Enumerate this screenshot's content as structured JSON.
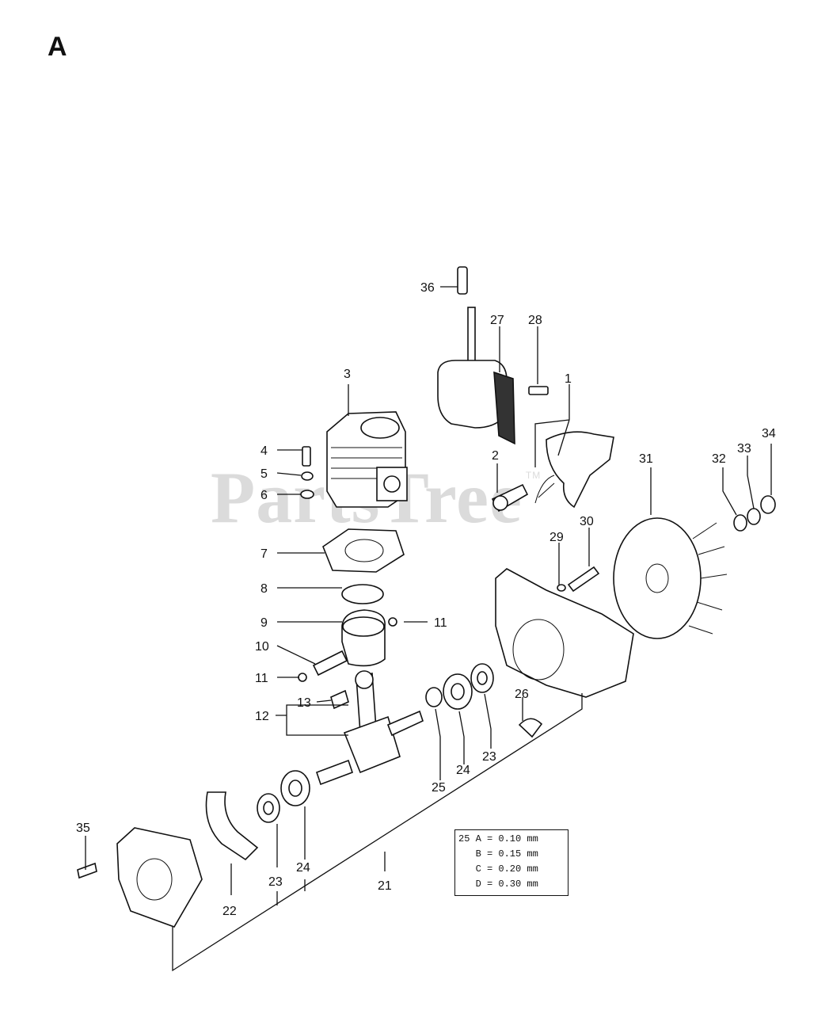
{
  "section_letter": "A",
  "watermark": {
    "text": "PartsTree",
    "mark": "TM"
  },
  "callouts": {
    "c1": "1",
    "c2": "2",
    "c3": "3",
    "c4": "4",
    "c5": "5",
    "c6": "6",
    "c7": "7",
    "c8": "8",
    "c9": "9",
    "c10": "10",
    "c11a": "11",
    "c11b": "11",
    "c12": "12",
    "c13": "13",
    "c21": "21",
    "c22": "22",
    "c23a": "23",
    "c23b": "23",
    "c24a": "24",
    "c24b": "24",
    "c25": "25",
    "c26": "26",
    "c27": "27",
    "c28": "28",
    "c29": "29",
    "c30": "30",
    "c31": "31",
    "c32": "32",
    "c33": "33",
    "c34": "34",
    "c35": "35",
    "c36": "36"
  },
  "shim_table": {
    "rows": [
      "25 A = 0.10 mm",
      "   B = 0.15 mm",
      "   C = 0.20 mm",
      "   D = 0.30 mm"
    ]
  }
}
